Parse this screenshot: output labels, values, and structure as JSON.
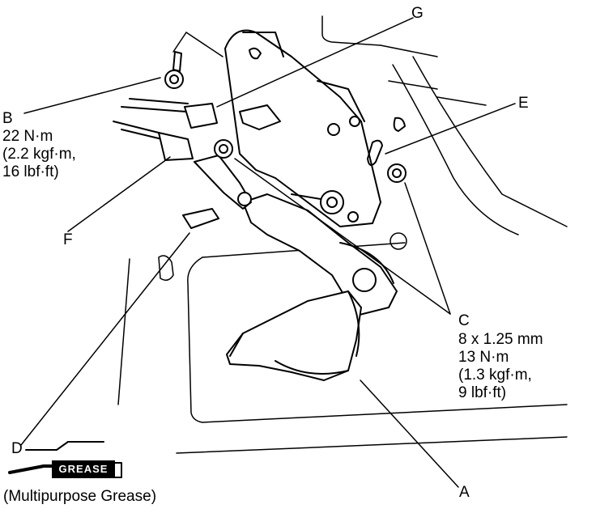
{
  "labels": {
    "A": "A",
    "B": "B",
    "B_torque": [
      "22 N·m",
      "(2.2 kgf·m,",
      "16 lbf·ft)"
    ],
    "C": "C",
    "C_spec": [
      "8 x 1.25 mm",
      "13 N·m",
      "(1.3 kgf·m,",
      "9 lbf·ft)"
    ],
    "D": "D",
    "E": "E",
    "F": "F",
    "G": "G"
  },
  "grease": {
    "tag": "GREASE",
    "caption": "(Multipurpose Grease)"
  }
}
